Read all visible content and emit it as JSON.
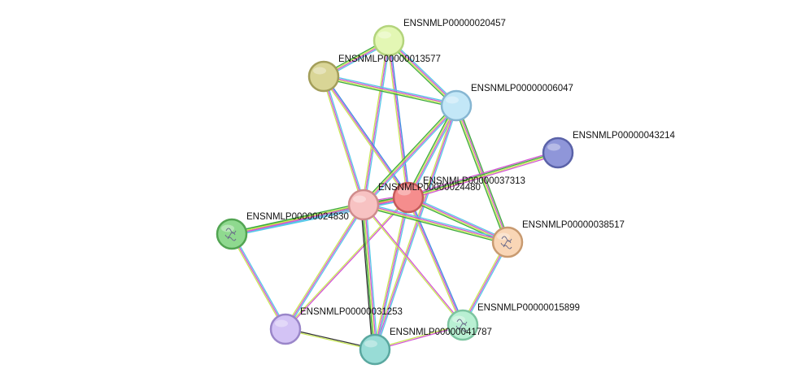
{
  "network": {
    "nodes": [
      {
        "id": "n20457",
        "label": "ENSNMLP00000020457",
        "fill": "#e3f7b4",
        "stroke": "#b3d47c",
        "struct": false
      },
      {
        "id": "n13577",
        "label": "ENSNMLP00000013577",
        "fill": "#d9d596",
        "stroke": "#a39e5a",
        "struct": false
      },
      {
        "id": "n06047",
        "label": "ENSNMLP00000006047",
        "fill": "#c3e7f7",
        "stroke": "#86b6d2",
        "struct": false
      },
      {
        "id": "n43214",
        "label": "ENSNMLP00000043214",
        "fill": "#8f96d9",
        "stroke": "#5a62a8",
        "struct": false
      },
      {
        "id": "n37313",
        "label": "ENSNMLP00000037313",
        "fill": "#f58d8d",
        "stroke": "#c45a5a",
        "struct": false
      },
      {
        "id": "n24480",
        "label": "ENSNMLP00000024480",
        "fill": "#f7c2c2",
        "stroke": "#cf8c8c",
        "struct": false
      },
      {
        "id": "n24830",
        "label": "ENSNMLP00000024830",
        "fill": "#8fd98f",
        "stroke": "#52a452",
        "struct": true
      },
      {
        "id": "n38517",
        "label": "ENSNMLP00000038517",
        "fill": "#f9d6b6",
        "stroke": "#c89a70",
        "struct": true
      },
      {
        "id": "n31253",
        "label": "ENSNMLP00000031253",
        "fill": "#d3c3f5",
        "stroke": "#9a86c9",
        "struct": false
      },
      {
        "id": "n15899",
        "label": "ENSNMLP00000015899",
        "fill": "#b9f0d3",
        "stroke": "#7cc4a0",
        "struct": true
      },
      {
        "id": "n41787",
        "label": "ENSNMLP00000041787",
        "fill": "#98dcd6",
        "stroke": "#5aa8a0",
        "struct": false
      }
    ],
    "edges": [
      {
        "source": "n20457",
        "target": "n13577",
        "colors": [
          "#55c8e8",
          "#d455d4",
          "#c8e855",
          "#3daa3d"
        ]
      },
      {
        "source": "n20457",
        "target": "n06047",
        "colors": [
          "#55c8e8",
          "#d455d4",
          "#c8e855",
          "#3daa3d"
        ]
      },
      {
        "source": "n20457",
        "target": "n24480",
        "colors": [
          "#55c8e8",
          "#d455d4",
          "#c8e855"
        ]
      },
      {
        "source": "n20457",
        "target": "n37313",
        "colors": [
          "#3c8ee0",
          "#d455d4",
          "#c8e855"
        ]
      },
      {
        "source": "n13577",
        "target": "n06047",
        "colors": [
          "#55c8e8",
          "#d455d4",
          "#c8e855",
          "#3daa3d"
        ]
      },
      {
        "source": "n13577",
        "target": "n24480",
        "colors": [
          "#55c8e8",
          "#d455d4",
          "#c8e855"
        ]
      },
      {
        "source": "n13577",
        "target": "n37313",
        "colors": [
          "#3c8ee0",
          "#d455d4",
          "#c8e855"
        ]
      },
      {
        "source": "n06047",
        "target": "n24480",
        "colors": [
          "#55c8e8",
          "#d455d4",
          "#c8e855",
          "#3daa3d"
        ]
      },
      {
        "source": "n06047",
        "target": "n37313",
        "colors": [
          "#55c8e8",
          "#d455d4",
          "#c8e855",
          "#3daa3d"
        ]
      },
      {
        "source": "n06047",
        "target": "n38517",
        "colors": [
          "#3daa3d",
          "#d455d4",
          "#c8e855",
          "#3daa3d"
        ]
      },
      {
        "source": "n06047",
        "target": "n41787",
        "colors": [
          "#55c8e8",
          "#d455d4",
          "#c8e855"
        ]
      },
      {
        "source": "n43214",
        "target": "n37313",
        "colors": [
          "#d455d4",
          "#c8e855",
          "#3daa3d",
          "#d455d4"
        ]
      },
      {
        "source": "n37313",
        "target": "n24480",
        "colors": [
          "#55c8e8",
          "#d455d4",
          "#c8e855",
          "#3daa3d",
          "#d455d4"
        ]
      },
      {
        "source": "n37313",
        "target": "n24830",
        "colors": [
          "#55c8e8",
          "#d455d4",
          "#e8a055",
          "#3daa3d"
        ]
      },
      {
        "source": "n37313",
        "target": "n38517",
        "colors": [
          "#55c8e8",
          "#d455d4",
          "#c8e855",
          "#3daa3d"
        ]
      },
      {
        "source": "n37313",
        "target": "n15899",
        "colors": [
          "#3c8ee0",
          "#d455d4",
          "#c8e855"
        ]
      },
      {
        "source": "n37313",
        "target": "n41787",
        "colors": [
          "#55c8e8",
          "#d455d4",
          "#c8e855"
        ]
      },
      {
        "source": "n37313",
        "target": "n31253",
        "colors": [
          "#d455d4",
          "#c8e855"
        ]
      },
      {
        "source": "n24480",
        "target": "n24830",
        "colors": [
          "#55c8e8",
          "#d455d4",
          "#c8e855",
          "#3daa3d"
        ]
      },
      {
        "source": "n24480",
        "target": "n38517",
        "colors": [
          "#55c8e8",
          "#d455d4",
          "#c8e855",
          "#3daa3d"
        ]
      },
      {
        "source": "n24480",
        "target": "n31253",
        "colors": [
          "#55c8e8",
          "#d455d4",
          "#c8e855"
        ]
      },
      {
        "source": "n24480",
        "target": "n41787",
        "colors": [
          "#55c8e8",
          "#d455d4",
          "#c8e855",
          "#3daa3d",
          "#333333"
        ]
      },
      {
        "source": "n24480",
        "target": "n15899",
        "colors": [
          "#d455d4",
          "#c8e855"
        ]
      },
      {
        "source": "n24830",
        "target": "n31253",
        "colors": [
          "#55c8e8",
          "#d455d4",
          "#c8e855"
        ]
      },
      {
        "source": "n38517",
        "target": "n15899",
        "colors": [
          "#55c8e8",
          "#d455d4",
          "#c8e855"
        ]
      },
      {
        "source": "n31253",
        "target": "n41787",
        "colors": [
          "#333333",
          "#c8e855"
        ]
      },
      {
        "source": "n15899",
        "target": "n41787",
        "colors": [
          "#d455d4",
          "#c8e855"
        ]
      }
    ]
  }
}
